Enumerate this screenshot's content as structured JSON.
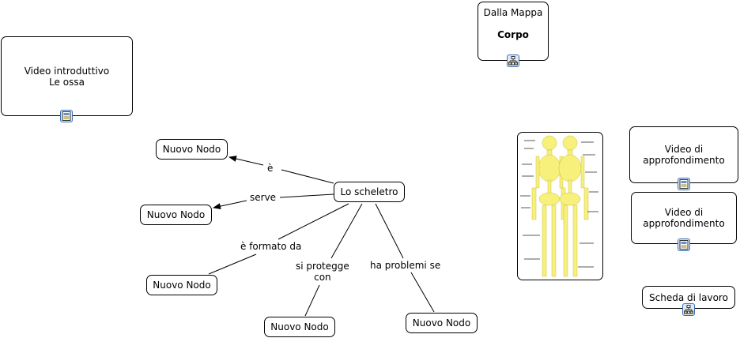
{
  "map": {
    "central_concept": "Lo scheletro",
    "concepts": [
      {
        "id": "n1",
        "label": "Nuovo Nodo"
      },
      {
        "id": "n2",
        "label": "Nuovo Nodo"
      },
      {
        "id": "n3",
        "label": "Nuovo Nodo"
      },
      {
        "id": "n4",
        "label": "Nuovo Nodo"
      },
      {
        "id": "n5",
        "label": "Nuovo Nodo"
      }
    ],
    "links": [
      {
        "label": "è",
        "target": "n1",
        "arrow": true
      },
      {
        "label": "serve",
        "target": "n2",
        "arrow": true
      },
      {
        "label": "è formato da",
        "target": "n3",
        "arrow": false
      },
      {
        "label_line1": "si protegge",
        "label_line2": "con",
        "target": "n4",
        "arrow": false
      },
      {
        "label": "ha problemi se",
        "target": "n5",
        "arrow": false
      }
    ]
  },
  "resources": {
    "intro_video": {
      "line1": "Video introduttivo",
      "line2": "Le ossa",
      "icon": "document-image-icon"
    },
    "from_map": {
      "line1": "Dalla Mappa",
      "line2": "Corpo",
      "icon": "concept-map-icon"
    },
    "deep_video_1": {
      "line1": "Video di",
      "line2": "approfondimento",
      "icon": "document-image-icon"
    },
    "deep_video_2": {
      "line1": "Video di",
      "line2": "approfondimento",
      "icon": "document-image-icon"
    },
    "worksheet": {
      "label": "Scheda di lavoro",
      "icon": "concept-map-icon"
    },
    "skeleton_image": {
      "description": "skeleton diagram (front and back)"
    }
  },
  "colors": {
    "line": "#000000",
    "node_border": "#000000",
    "icon_border": "#3b6fb3",
    "icon_fill": "#dfeaf8",
    "bone": "#f7f07a"
  }
}
